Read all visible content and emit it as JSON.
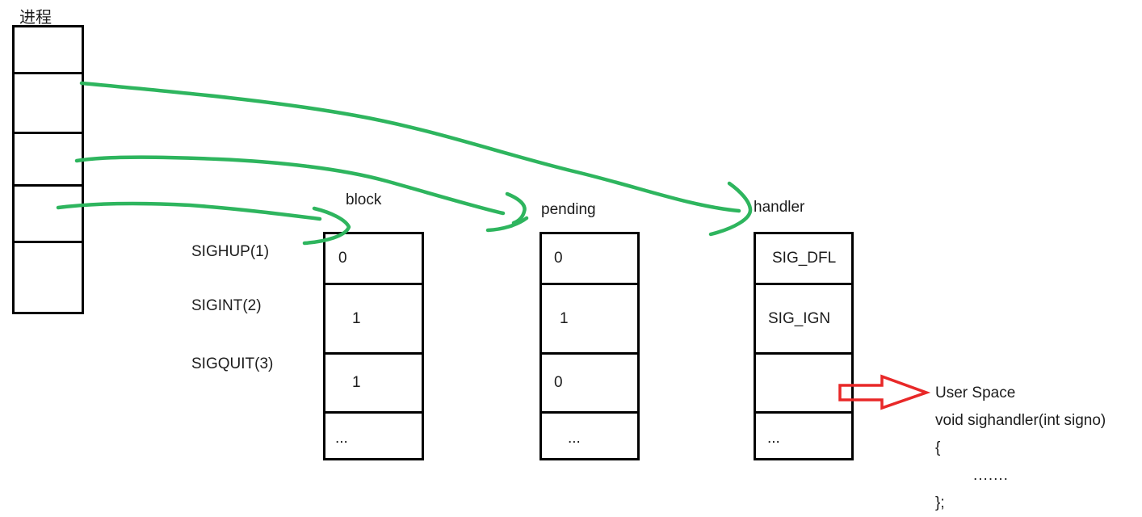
{
  "process": {
    "label": "进程",
    "cell_count": 5
  },
  "signal_labels": [
    {
      "label": "SIGHUP(1)"
    },
    {
      "label": "SIGINT(2)"
    },
    {
      "label": "SIGQUIT(3)"
    }
  ],
  "tables": [
    {
      "id": "block",
      "label": "block",
      "cells": [
        "0",
        "1",
        "1",
        "..."
      ]
    },
    {
      "id": "pending",
      "label": "pending",
      "cells": [
        "0",
        "1",
        "0",
        "..."
      ]
    },
    {
      "id": "handler",
      "label": "handler",
      "cells": [
        "SIG_DFL",
        "SIG_IGN",
        "",
        "..."
      ]
    }
  ],
  "user_space": {
    "lines": [
      "User Space",
      "void sighandler(int signo)",
      "{",
      ".......",
      "};"
    ]
  },
  "colors": {
    "arrow_green": "#2eb55e",
    "arrow_red": "#e82828",
    "line_black": "#000000"
  }
}
